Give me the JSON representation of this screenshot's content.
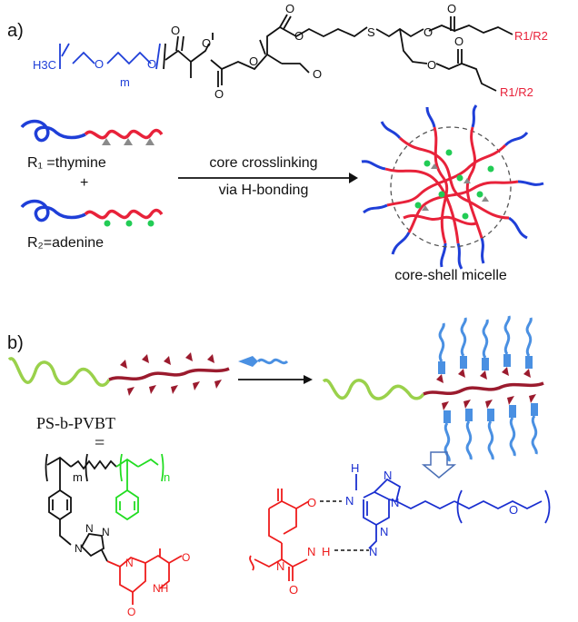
{
  "panel_a": {
    "label": "a)",
    "structure": {
      "h3c": "H3C",
      "o_left": "O",
      "o_left2": "O",
      "m": "m",
      "o_carbonyl1": "O",
      "o_ester1": "O",
      "o_carbonyl2": "O",
      "o_ester2": "O",
      "o_methoxy": "O",
      "o_carbonyl3": "O",
      "o_ester3": "O",
      "s": "S",
      "o_ester4": "O",
      "o_carbonyl4": "O",
      "o_ester5": "O",
      "o_carbonyl5": "O",
      "r_top": "R1/R2",
      "r_bottom": "R1/R2"
    },
    "r1_label": "R₁ =thymine",
    "plus": "+",
    "r2_label": "R₂=adenine",
    "arrow_line1": "core crosslinking",
    "arrow_line2": "via H-bonding",
    "product_label": "core-shell micelle",
    "colors": {
      "peg": "#1f3fd8",
      "core": "#e8223a",
      "thymine": "#8a8a8a",
      "adenine": "#22cc55",
      "skeleton": "#111111"
    }
  },
  "panel_b": {
    "label": "b)",
    "polymer_name": "PS-b-PVBT",
    "equals": "=",
    "m": "m",
    "n": "n",
    "triazole_n1": "N",
    "triazole_n2": "N",
    "triazole_n3": "N",
    "thymine_n": "N",
    "thymine_nh": "NH",
    "thymine_o1": "O",
    "thymine_o2": "O",
    "hbond": {
      "t_o": "O",
      "t_n": "N",
      "t_h": "H",
      "t_o2": "O",
      "t_n2": "N",
      "a_h": "H",
      "a_n": "N",
      "a_n1": "N",
      "a_n3": "N",
      "a_n7": "N",
      "a_n9": "N",
      "peg_o": "O"
    },
    "colors": {
      "ps": "#9ad14b",
      "pvbt": "#9b1b2e",
      "adenine_tag": "#4a90e2",
      "thymine_red": "#ee1c1c",
      "adenine_blue": "#1a2fd0",
      "n_green": "#22dd22"
    }
  }
}
